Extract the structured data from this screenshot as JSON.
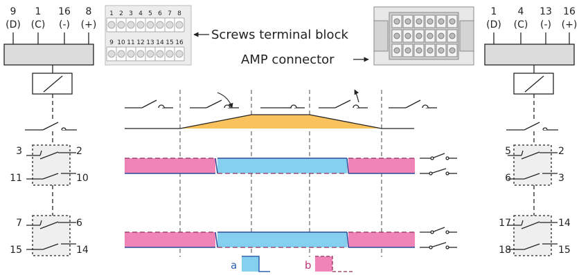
{
  "left_device": {
    "header_numbers": [
      "9",
      "1",
      "16",
      "8"
    ],
    "header_signs": [
      "(D)",
      "(C)",
      "(-)",
      "(+)"
    ],
    "contact_group_1": {
      "top_left": "3",
      "top_right": "2",
      "bottom_left": "11",
      "bottom_right": "10"
    },
    "contact_group_2": {
      "top_left": "7",
      "top_right": "6",
      "bottom_left": "15",
      "bottom_right": "14"
    }
  },
  "right_device": {
    "header_numbers": [
      "1",
      "4",
      "13",
      "16"
    ],
    "header_signs": [
      "(D)",
      "(C)",
      "(-)",
      "(+)"
    ],
    "contact_group_1": {
      "top_left": "5",
      "top_right": "2",
      "bottom_left": "6",
      "bottom_right": "3"
    },
    "contact_group_2": {
      "top_left": "17",
      "top_right": "14",
      "bottom_left": "18",
      "bottom_right": "15"
    }
  },
  "terminal_block": {
    "label": "Screws terminal block",
    "top_row": [
      "1",
      "2",
      "3",
      "4",
      "5",
      "6",
      "7",
      "8"
    ],
    "bottom_row": [
      "9",
      "10",
      "11",
      "12",
      "13",
      "14",
      "15",
      "16"
    ]
  },
  "amp_connector": {
    "label": "AMP connector"
  },
  "legend": {
    "a_label": "a",
    "b_label": "b"
  },
  "colors": {
    "orange": "#f9c25c",
    "blue": "#86d0ef",
    "pink": "#ef84b6",
    "stroke_blue": "#2b4a9a",
    "stroke_pink": "#8f2d5a",
    "legend_a": "#2b62b0",
    "legend_b": "#c2357a",
    "dark": "#222222"
  }
}
